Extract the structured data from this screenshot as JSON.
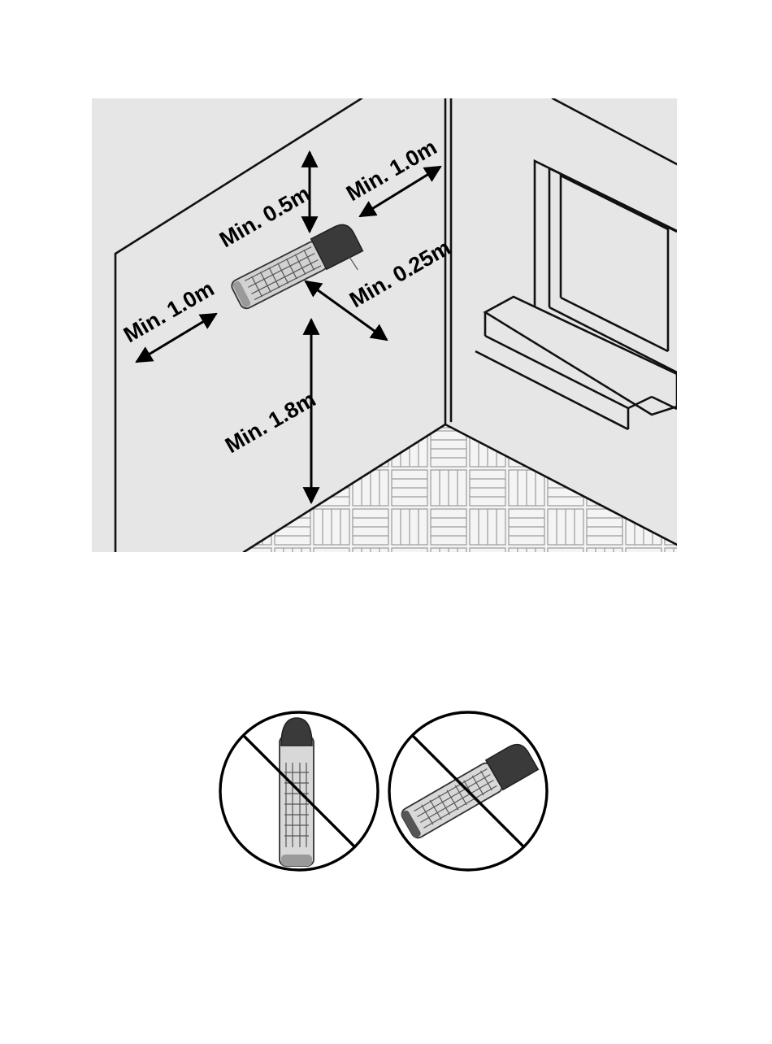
{
  "installation_diagram": {
    "clearances": {
      "ceiling": "Min. 0.5m",
      "side_right": "Min. 1.0m",
      "side_left": "Min. 1.0m",
      "front": "Min. 0.25m",
      "floor": "Min. 1.8m"
    }
  },
  "prohibited_orientations": [
    {
      "name": "vertical"
    },
    {
      "name": "tilted"
    }
  ],
  "colors": {
    "scene_background": "#e6e6e6",
    "line": "#111111",
    "heater_cap": "#3a3a3a",
    "heater_body": "#cfcfcf"
  }
}
